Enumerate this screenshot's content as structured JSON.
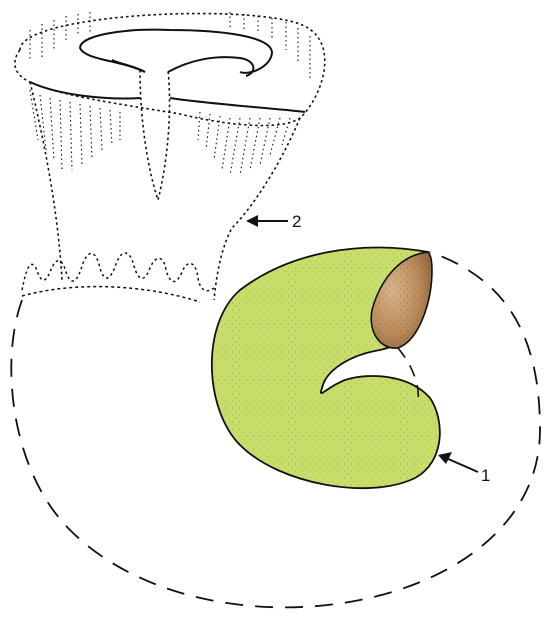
{
  "figure": {
    "labels": [
      {
        "id": "label-1",
        "text": "1"
      },
      {
        "id": "label-2",
        "text": "2"
      }
    ],
    "colors": {
      "stroke": "#111111",
      "body_fill": "#c8de6a",
      "body_fill_light": "#d8e88a",
      "cap_fill": "#b98a5a",
      "cap_fill_dark": "#9a6b3f",
      "stipple": "#3a3a20",
      "background": "#ffffff"
    }
  }
}
